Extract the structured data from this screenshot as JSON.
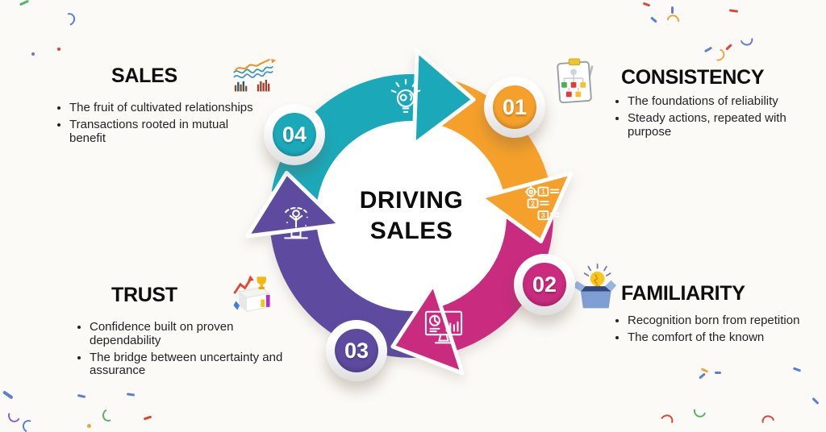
{
  "background_color": "#FCFAF6",
  "center": {
    "title": "DRIVING SALES"
  },
  "sections": {
    "consistency": {
      "heading": "CONSISTENCY",
      "number": "01",
      "color": "#F5A02B",
      "side_icon": "clipboard-flowchart-icon",
      "wheel_icon": "process-steps-icon",
      "bullets": [
        "The foundations of reliability",
        "Steady actions, repeated with purpose"
      ]
    },
    "familiarity": {
      "heading": "FAMILIARITY",
      "number": "02",
      "color": "#C92B7E",
      "side_icon": "idea-box-icon",
      "wheel_icon": "analytics-monitor-icon",
      "bullets": [
        "Recognition born from repetition",
        "The comfort of the known"
      ]
    },
    "trust": {
      "heading": "TRUST",
      "number": "03",
      "color": "#5E4BA0",
      "side_icon": "achievement-chart-icon",
      "wheel_icon": "person-podium-icon",
      "bullets": [
        "Confidence built on proven dependability",
        "The bridge between uncertainty and assurance"
      ]
    },
    "sales": {
      "heading": "SALES",
      "number": "04",
      "color": "#1BA9BA",
      "side_icon": "growth-chart-icon",
      "wheel_icon": "idea-bulb-icon",
      "bullets": [
        "The fruit of cultivated relationships",
        "Transactions rooted in mutual benefit"
      ]
    }
  },
  "decorations": {
    "confetti_colors": [
      "#5b7fd4",
      "#dd4433",
      "#57b26a",
      "#e8a93b",
      "#8a63d2"
    ]
  }
}
